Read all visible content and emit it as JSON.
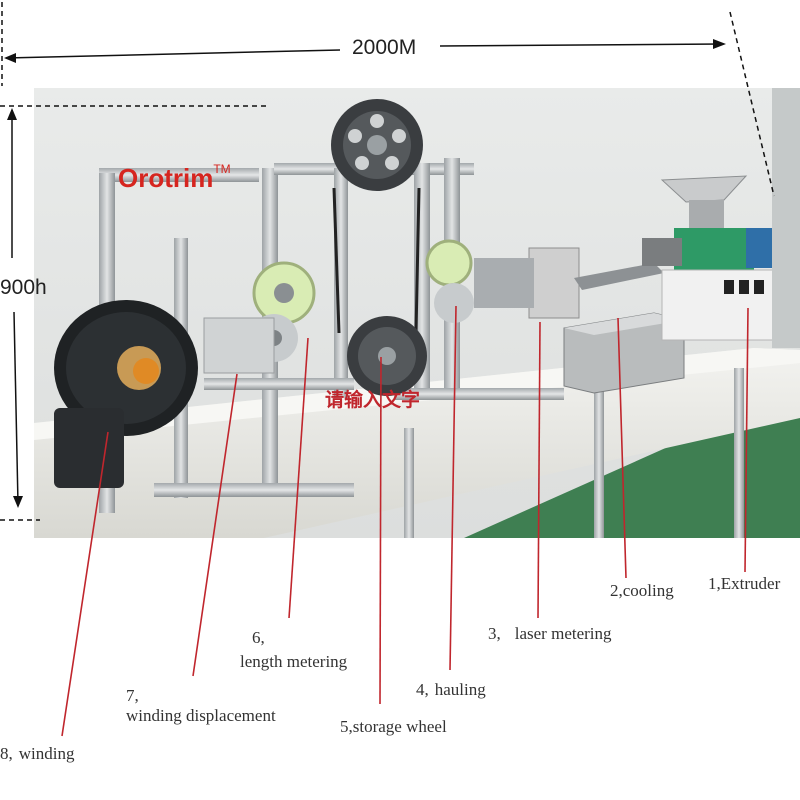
{
  "dimensions": {
    "width_label": "2000M",
    "height_label": "900h"
  },
  "brand": {
    "name": "Orotrim",
    "trademark": "TM"
  },
  "overlay_text": "请输入文字",
  "callouts": [
    {
      "number": "1,",
      "text": "Extruder"
    },
    {
      "number": "2,",
      "text": "cooling"
    },
    {
      "number": "3,",
      "text": "laser metering"
    },
    {
      "number": "4,",
      "text": "hauling"
    },
    {
      "number": "5,",
      "text": "storage wheel"
    },
    {
      "number": "6,",
      "text": "length metering"
    },
    {
      "number": "7,",
      "text": "winding displacement"
    },
    {
      "number": "8,",
      "text": "winding"
    }
  ],
  "colors": {
    "callout_line": "#c0262d",
    "brand": "#d6251f",
    "dimension_line": "#111111"
  }
}
